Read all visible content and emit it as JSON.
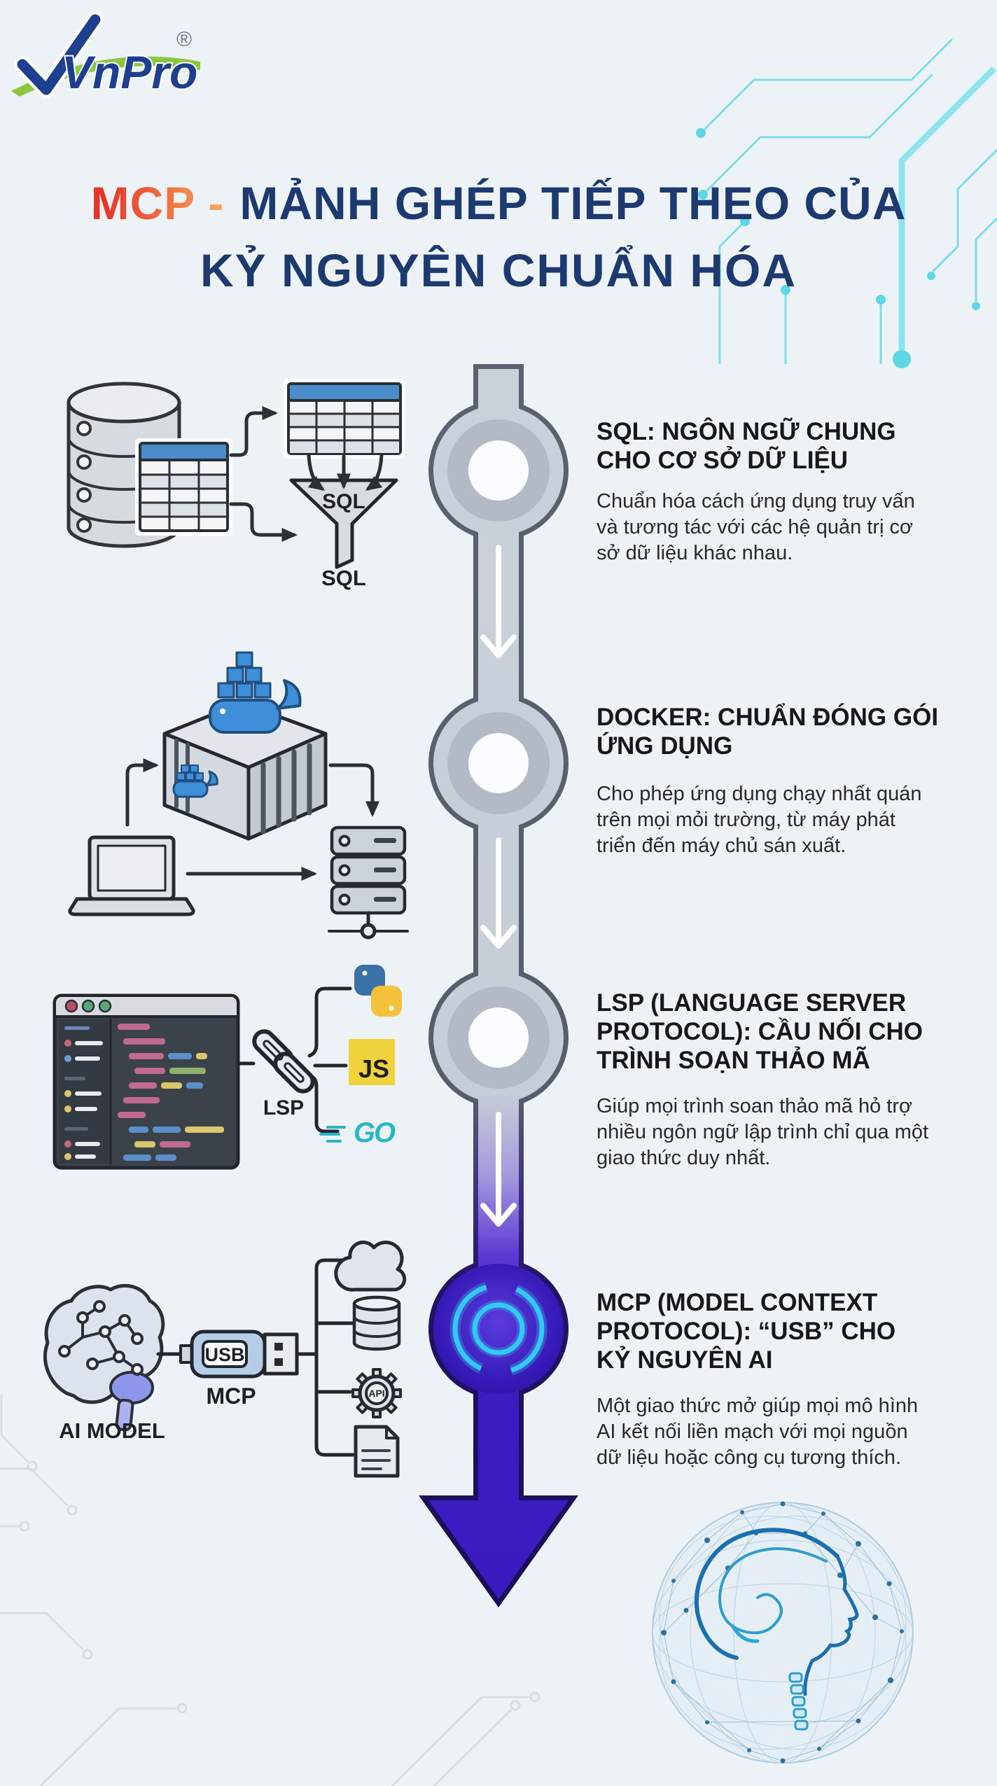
{
  "page": {
    "background": "#edf2f7"
  },
  "logo": {
    "brand": "VnPro",
    "registered": "®"
  },
  "title": {
    "accent": "MCP -",
    "line1": "MẢNH GHÉP TIẾP THEO CỦA",
    "line2": "KỶ NGUYÊN CHUẨN HÓA"
  },
  "colors": {
    "accent_from": "#e53529",
    "accent_to": "#f9a15b",
    "navy": "#1d3a70",
    "circuit_cyan": "#7adee9",
    "tube_gray": "#c9d1d9",
    "tube_purple": "#3a1bc0",
    "mcp_glow": "#31c9f6",
    "docker_blue": "#3e8ed8",
    "table_header_blue": "#4b8ccb"
  },
  "sections": [
    {
      "id": "sql",
      "heading": "SQL: NGÔN NGỮ CHUNG\nCHO CƠ SỞ DỮ LIỆU",
      "body": "Chuẩn hóa cách ứng dụng truy vấn\nvà tương tác với các hệ quản trị cơ\nsở dữ liệu khác nhau.",
      "labels": {
        "funnel": "SQL",
        "caption": "SQL"
      }
    },
    {
      "id": "docker",
      "heading": "DOCKER: CHUẨN ĐÓNG GÓI\nỨNG DỤNG",
      "body": "Cho phép ứng dụng chạy nhất quán\ntrên mọi mỏi trường, từ máy phát\ntriển đến máy chủ sán xuất."
    },
    {
      "id": "lsp",
      "heading": "LSP (LANGUAGE SERVER\nPROTOCOL): CẦU NỐI CHO\nTRÌNH SOẠN THẢO MÃ",
      "body": "Giúp mọi trình soan thảo mã hỏ trợ\nnhiều ngôn ngữ lập trình chỉ qua một\ngiao thức duy nhất.",
      "labels": {
        "chain": "LSP",
        "js": "JS",
        "go": "GO"
      }
    },
    {
      "id": "mcp",
      "heading": "MCP (MODEL CONTEXT\nPROTOCOL): “USB” CHO\nKỶ NGUYÊN AI",
      "body": "Một giao thức mở giúp mọi mô hình\nAI kết nối liền mạch với mọi nguồn\ndữ liệu hoặc công cụ tương thích.",
      "labels": {
        "usb": "USB",
        "mcp": "MCP",
        "ai_model": "AI MODEL",
        "api": "API"
      }
    }
  ]
}
